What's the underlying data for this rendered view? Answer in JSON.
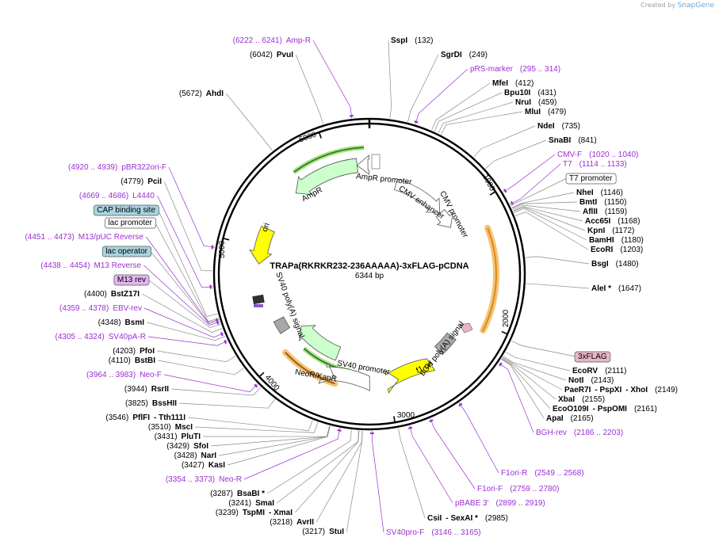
{
  "credit": {
    "prefix": "Created by",
    "brand": "SnapGene"
  },
  "plasmid": {
    "name": "TRAPa(RKRKR232-236AAAAA)-3xFLAG-pCDNA",
    "length_label": "6344 bp"
  },
  "ticks": [
    "1000",
    "2000",
    "3000",
    "4000",
    "5000",
    "6000"
  ],
  "labels": [
    {
      "key": "ampr_primer",
      "name": "Amp-R",
      "pos": "(6222 .. 6241)",
      "kind": "primer",
      "left": true
    },
    {
      "key": "pvui",
      "name": "PvuI",
      "pos": "(6042)",
      "kind": "enzyme",
      "left": true
    },
    {
      "key": "sspi",
      "name": "SspI",
      "pos": "(132)",
      "kind": "enzyme"
    },
    {
      "key": "sgrdi",
      "name": "SgrDI",
      "pos": "(249)",
      "kind": "enzyme"
    },
    {
      "key": "prs",
      "name": "pRS-marker",
      "pos": "(295 .. 314)",
      "kind": "primer"
    },
    {
      "key": "mfei",
      "name": "MfeI",
      "pos": "(412)",
      "kind": "enzyme"
    },
    {
      "key": "bpu10i",
      "name": "Bpu10I",
      "pos": "(431)",
      "kind": "enzyme"
    },
    {
      "key": "nrui",
      "name": "NruI",
      "pos": "(459)",
      "kind": "enzyme"
    },
    {
      "key": "mlui",
      "name": "MluI",
      "pos": "(479)",
      "kind": "enzyme"
    },
    {
      "key": "ndei",
      "name": "NdeI",
      "pos": "(735)",
      "kind": "enzyme"
    },
    {
      "key": "snabi",
      "name": "SnaBI",
      "pos": "(841)",
      "kind": "enzyme"
    },
    {
      "key": "cmvf",
      "name": "CMV-F",
      "pos": "(1020 .. 1040)",
      "kind": "primer"
    },
    {
      "key": "t7",
      "name": "T7",
      "pos": "(1114 .. 1133)",
      "kind": "primer"
    },
    {
      "key": "t7prom",
      "name": "T7 promoter",
      "pos": "",
      "kind": "box_white"
    },
    {
      "key": "nhei",
      "name": "NheI",
      "pos": "(1146)",
      "kind": "enzyme"
    },
    {
      "key": "bmti",
      "name": "BmtI",
      "pos": "(1150)",
      "kind": "enzyme"
    },
    {
      "key": "aflii",
      "name": "AflII",
      "pos": "(1159)",
      "kind": "enzyme"
    },
    {
      "key": "acc65i",
      "name": "Acc65I",
      "pos": "(1168)",
      "kind": "enzyme"
    },
    {
      "key": "kpni",
      "name": "KpnI",
      "pos": "(1172)",
      "kind": "enzyme"
    },
    {
      "key": "bamhi",
      "name": "BamHI",
      "pos": "(1180)",
      "kind": "enzyme"
    },
    {
      "key": "ecori",
      "name": "EcoRI",
      "pos": "(1203)",
      "kind": "enzyme"
    },
    {
      "key": "bsgi",
      "name": "BsgI",
      "pos": "(1480)",
      "kind": "enzyme"
    },
    {
      "key": "alei",
      "name": "AleI *",
      "pos": "(1647)",
      "kind": "enzyme"
    },
    {
      "key": "flag",
      "name": "3xFLAG",
      "pos": "",
      "kind": "box_pink"
    },
    {
      "key": "ecorv",
      "name": "EcoRV",
      "pos": "(2111)",
      "kind": "enzyme"
    },
    {
      "key": "noti",
      "name": "NotI",
      "pos": "(2143)",
      "kind": "enzyme"
    },
    {
      "key": "paer7i",
      "name": "PaeR7I",
      "name2": "- PspXI",
      "name3": "- XhoI",
      "pos": "(2149)",
      "kind": "enzyme"
    },
    {
      "key": "xbai",
      "name": "XbaI",
      "pos": "(2155)",
      "kind": "enzyme"
    },
    {
      "key": "eco0109i",
      "name": "EcoO109I",
      "name2": "- PspOMI",
      "pos": "(2161)",
      "kind": "enzyme"
    },
    {
      "key": "apai",
      "name": "ApaI",
      "pos": "(2165)",
      "kind": "enzyme"
    },
    {
      "key": "bghrev",
      "name": "BGH-rev",
      "pos": "(2186 .. 2203)",
      "kind": "primer"
    },
    {
      "key": "f1orir",
      "name": "F1ori-R",
      "pos": "(2549 .. 2568)",
      "kind": "primer"
    },
    {
      "key": "f1orif",
      "name": "F1ori-F",
      "pos": "(2759 .. 2780)",
      "kind": "primer"
    },
    {
      "key": "pbabe",
      "name": "pBABE 3'",
      "pos": "(2899 .. 2919)",
      "kind": "primer"
    },
    {
      "key": "csii",
      "name": "CsiI",
      "name2": "- SexAI *",
      "pos": "(2985)",
      "kind": "enzyme"
    },
    {
      "key": "sv40prof",
      "name": "SV40pro-F",
      "pos": "(3146 .. 3165)",
      "kind": "primer"
    },
    {
      "key": "stui",
      "name": "StuI",
      "pos": "(3217)",
      "kind": "enzyme",
      "left": true
    },
    {
      "key": "avrii",
      "name": "AvrII",
      "pos": "(3218)",
      "kind": "enzyme",
      "left": true
    },
    {
      "key": "tspmi",
      "name": "TspMI",
      "name2": "- XmaI",
      "pos": "(3239)",
      "kind": "enzyme",
      "left": true
    },
    {
      "key": "smai",
      "name": "SmaI",
      "pos": "(3241)",
      "kind": "enzyme",
      "left": true
    },
    {
      "key": "bsabi",
      "name": "BsaBI *",
      "pos": "(3287)",
      "kind": "enzyme",
      "left": true
    },
    {
      "key": "neor1",
      "name": "Neo-R",
      "pos": "(3354 .. 3373)",
      "kind": "primer",
      "left": true
    },
    {
      "key": "kasi",
      "name": "KasI",
      "pos": "(3427)",
      "kind": "enzyme",
      "left": true
    },
    {
      "key": "nari",
      "name": "NarI",
      "pos": "(3428)",
      "kind": "enzyme",
      "left": true
    },
    {
      "key": "sfoi",
      "name": "SfoI",
      "pos": "(3429)",
      "kind": "enzyme",
      "left": true
    },
    {
      "key": "pluti",
      "name": "PluTI",
      "pos": "(3431)",
      "kind": "enzyme",
      "left": true
    },
    {
      "key": "msci",
      "name": "MscI",
      "pos": "(3510)",
      "kind": "enzyme",
      "left": true
    },
    {
      "key": "pflfi",
      "name": "PflFI",
      "name2": "- Tth111I",
      "pos": "(3546)",
      "kind": "enzyme",
      "left": true
    },
    {
      "key": "bsshii",
      "name": "BssHII",
      "pos": "(3825)",
      "kind": "enzyme",
      "left": true
    },
    {
      "key": "rsrii",
      "name": "RsrII",
      "pos": "(3944)",
      "kind": "enzyme",
      "left": true
    },
    {
      "key": "neof",
      "name": "Neo-F",
      "pos": "(3964 .. 3983)",
      "kind": "primer",
      "left": true
    },
    {
      "key": "bstbi",
      "name": "BstBI",
      "pos": "(4110)",
      "kind": "enzyme",
      "left": true
    },
    {
      "key": "pfoi",
      "name": "PfoI",
      "pos": "(4203)",
      "kind": "enzyme",
      "left": true
    },
    {
      "key": "sv40par",
      "name": "SV40pA-R",
      "pos": "(4305 .. 4324)",
      "kind": "primer",
      "left": true
    },
    {
      "key": "bsmi",
      "name": "BsmI",
      "pos": "(4348)",
      "kind": "enzyme",
      "left": true
    },
    {
      "key": "ebvrev",
      "name": "EBV-rev",
      "pos": "(4359 .. 4378)",
      "kind": "primer",
      "left": true
    },
    {
      "key": "bstz17i",
      "name": "BstZ17I",
      "pos": "(4400)",
      "kind": "enzyme",
      "left": true
    },
    {
      "key": "m13rev",
      "name": "M13 rev",
      "pos": "",
      "kind": "box_purple",
      "left": true
    },
    {
      "key": "m13reverse",
      "name": "M13 Reverse",
      "pos": "(4438 .. 4454)",
      "kind": "primer",
      "left": true
    },
    {
      "key": "lacop",
      "name": "lac operator",
      "pos": "",
      "kind": "box_teal",
      "left": true
    },
    {
      "key": "m13puc",
      "name": "M13/pUC Reverse",
      "pos": "(4451 .. 4473)",
      "kind": "primer",
      "left": true
    },
    {
      "key": "lacprom",
      "name": "lac promoter",
      "pos": "",
      "kind": "box_white",
      "left": true
    },
    {
      "key": "cap",
      "name": "CAP binding site",
      "pos": "",
      "kind": "box_teal",
      "left": true
    },
    {
      "key": "l4440",
      "name": "L4440",
      "pos": "(4669 .. 4686)",
      "kind": "primer",
      "left": true
    },
    {
      "key": "pcii",
      "name": "PciI",
      "pos": "(4779)",
      "kind": "enzyme",
      "left": true
    },
    {
      "key": "pbr322",
      "name": "pBR322ori-F",
      "pos": "(4920 .. 4939)",
      "kind": "primer",
      "left": true
    },
    {
      "key": "ahdi",
      "name": "AhdI",
      "pos": "(5672)",
      "kind": "enzyme",
      "left": true
    }
  ],
  "features": [
    {
      "key": "ampr_prom",
      "label": "AmpR promoter",
      "color": "#ffffff"
    },
    {
      "key": "ampr",
      "label": "AmpR",
      "color": "#ccffcc"
    },
    {
      "key": "ori",
      "label": "ori",
      "color": "#ffff00"
    },
    {
      "key": "cmv_enh",
      "label": "CMV enhancer",
      "color": "#ffffff"
    },
    {
      "key": "cmv_prom",
      "label": "CMV promoter",
      "color": "#ffffff"
    },
    {
      "key": "trap",
      "label": "",
      "color": "#f7d79a"
    },
    {
      "key": "bgh",
      "label": "bGH poly(A) signal",
      "color": "#a8a8a8"
    },
    {
      "key": "f1ori",
      "label": "f1 ori",
      "color": "#ffff00"
    },
    {
      "key": "sv40prom",
      "label": "SV40 promoter",
      "color": "#ffffff"
    },
    {
      "key": "neor",
      "label": "NeoR/KanR",
      "color": "#ccffcc"
    },
    {
      "key": "sv40pa",
      "label": "SV40 poly(A) signal",
      "color": "#a8a8a8"
    }
  ],
  "colors": {
    "primer": "#9a30d0",
    "backbone": "#000000",
    "orf_highlight": "#f5c477",
    "orf_line": "#d98a1a",
    "green_arc": "#2e7d12",
    "teal_box": "#a8d4e0",
    "pink_box": "#e8b7c4",
    "purple_box": "#e2b7f0"
  }
}
